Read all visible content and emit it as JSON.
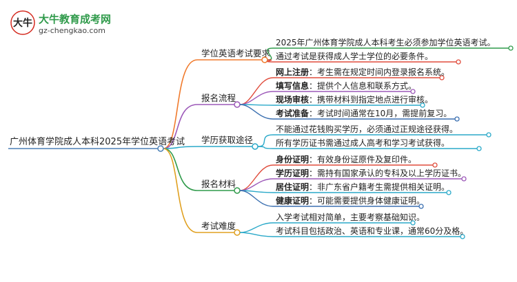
{
  "logo": {
    "title": "大牛教育成考网",
    "url": "gz-chengkao.com",
    "seal_text": "大牛"
  },
  "root": {
    "label": "广州体育学院成人本科2025年学位英语考试"
  },
  "branches": [
    {
      "label": "学位英语考试要求",
      "color": "#f07a2c",
      "leaves": [
        {
          "bold": "",
          "text": "2025年广州体育学院成人本科考生必须参加学位英语考试。"
        },
        {
          "bold": "",
          "text": "通过考试是获得成人学士学位的必要条件。"
        }
      ]
    },
    {
      "label": "报名流程",
      "color": "#9c58b8",
      "leaves": [
        {
          "bold": "网上注册",
          "text": "：考生需在规定时间内登录报名系统。"
        },
        {
          "bold": "填写信息",
          "text": "：提供个人信息和联系方式。"
        },
        {
          "bold": "现场审核",
          "text": "：携带材料到指定地点进行审核。"
        },
        {
          "bold": "考试准备",
          "text": "：考试时间通常在10月，需提前复习。"
        }
      ]
    },
    {
      "label": "学历获取途径",
      "color": "#2aa9c9",
      "leaves": [
        {
          "bold": "",
          "text": "不能通过花钱购买学历，必须通过正规途径获得。"
        },
        {
          "bold": "",
          "text": "所有学历证书需通过成人高考和学习考试获得。"
        }
      ]
    },
    {
      "label": "报名材料",
      "color": "#2f9a4a",
      "leaves": [
        {
          "bold": "身份证明",
          "text": "：有效身份证原件及复印件。"
        },
        {
          "bold": "学历证明",
          "text": "：需持有国家承认的专科及以上学历证书。"
        },
        {
          "bold": "居住证明",
          "text": "：非广东省户籍考生需提供相关证明。"
        },
        {
          "bold": "健康证明",
          "text": "：可能需要提供身体健康证明。"
        }
      ]
    },
    {
      "label": "考试难度",
      "color": "#e0a020",
      "leaves": [
        {
          "bold": "",
          "text": "入学考试相对简单，主要考察基础知识。"
        },
        {
          "bold": "",
          "text": "考试科目包括政治、英语和专业课，通常60分及格。"
        }
      ]
    }
  ],
  "colors": {
    "root_line": "#4a7fb5",
    "leaf_green": "#2f9a4a",
    "leaf_red": "#e04c3c",
    "leaf_purple": "#9c58b8",
    "leaf_cyan": "#2aa9c9",
    "leaf_blue": "#3a6fb0",
    "leaf_orange": "#f07a2c",
    "logo_red": "#d42a1f",
    "logo_green": "#2f9a4a"
  }
}
